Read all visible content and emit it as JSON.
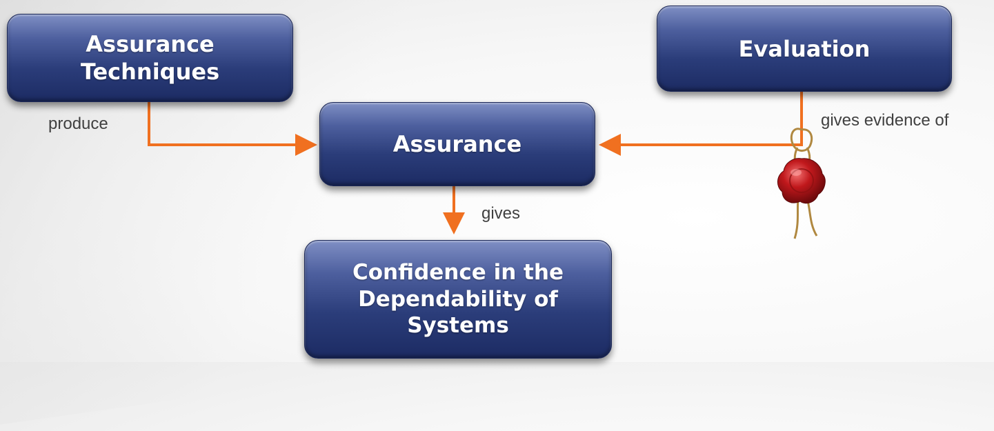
{
  "nodes": {
    "assurance_techniques": {
      "line1": "Assurance",
      "line2": "Techniques"
    },
    "evaluation": {
      "label": "Evaluation"
    },
    "assurance": {
      "label": "Assurance"
    },
    "confidence": {
      "line1": "Confidence in the",
      "line2": "Dependability of",
      "line3": "Systems"
    }
  },
  "edges": {
    "produce": "produce",
    "gives_evidence_of": "gives evidence of",
    "gives": "gives"
  },
  "colors": {
    "arrow": "#f07020",
    "node_top": "#7f8fc4",
    "node_bottom": "#1c2b63",
    "seal": "#c0181c"
  },
  "icons": {
    "seal": "wax-seal-icon"
  }
}
